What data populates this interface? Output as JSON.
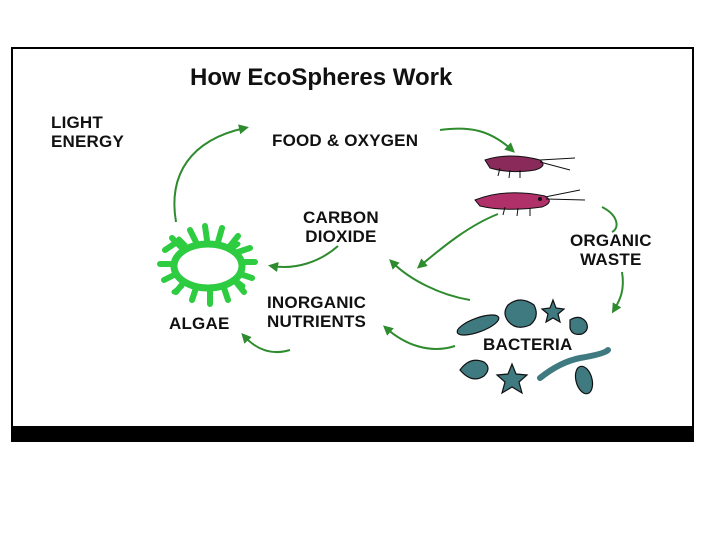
{
  "title": "How EcoSpheres Work",
  "labels": {
    "light_energy": [
      "LIGHT",
      "ENERGY"
    ],
    "food_oxygen": "FOOD & OXYGEN",
    "carbon_dioxide": [
      "CARBON",
      "DIOXIDE"
    ],
    "organic_waste": [
      "ORGANIC",
      "WASTE"
    ],
    "inorganic_nutrients": [
      "INORGANIC",
      "NUTRIENTS"
    ],
    "algae": "ALGAE",
    "bacteria": "BACTERIA"
  },
  "colors": {
    "arrow": "#2e8b2e",
    "algae": "#2ecc40",
    "bacteria": "#3f7a80",
    "shrimp": "#b0306a",
    "frame": "#000000",
    "text": "#111111"
  }
}
